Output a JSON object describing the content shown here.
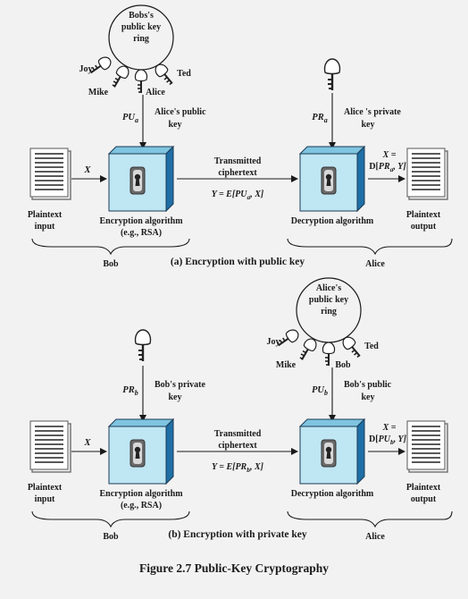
{
  "colors": {
    "background": "#f3f2f2",
    "box_front": "#bfe6f3",
    "box_side": "#1f6fa6",
    "box_top": "#7fc4e0",
    "ink": "#1a1a1a"
  },
  "panel_a": {
    "ring_title": [
      "Bobs's",
      "public key",
      "ring"
    ],
    "key_owners": {
      "left": "Joy",
      "mid_left": "Mike",
      "mid": "Alice",
      "right": "Ted"
    },
    "enc_key_symbol": "PU",
    "enc_key_sub": "a",
    "enc_key_label": [
      "Alice's public",
      "key"
    ],
    "dec_key_symbol": "PR",
    "dec_key_sub": "a",
    "dec_key_label": [
      "Alice 's private",
      "key"
    ],
    "input_var": "X",
    "transmitted": [
      "Transmitted",
      "ciphertext"
    ],
    "formula_pre": "Y = E[",
    "formula_sym": "PU",
    "formula_sub": "a",
    "formula_post": ", X]",
    "output_var_line1": "X =",
    "output_var_pre": "D[",
    "output_var_sym": "PR",
    "output_var_sub": "a",
    "output_var_post": ", Y]",
    "plaintext_input": [
      "Plaintext",
      "input"
    ],
    "plaintext_output": [
      "Plaintext",
      "output"
    ],
    "enc_alg": [
      "Encryption algorithm",
      "(e.g., RSA)"
    ],
    "dec_alg": "Decryption algorithm",
    "left_party": "Bob",
    "right_party": "Alice",
    "caption": "(a) Encryption with public key"
  },
  "panel_b": {
    "ring_title": [
      "Alice's",
      "public key",
      "ring"
    ],
    "key_owners": {
      "left": "Joy",
      "mid_left": "Mike",
      "mid": "Bob",
      "right": "Ted"
    },
    "enc_key_symbol": "PR",
    "enc_key_sub": "b",
    "enc_key_label": [
      "Bob's private",
      "key"
    ],
    "dec_key_symbol": "PU",
    "dec_key_sub": "b",
    "dec_key_label": [
      "Bob's public",
      "key"
    ],
    "input_var": "X",
    "transmitted": [
      "Transmitted",
      "ciphertext"
    ],
    "formula_pre": "Y = E[",
    "formula_sym": "PR",
    "formula_sub": "b",
    "formula_post": ", X]",
    "output_var_line1": "X =",
    "output_var_pre": "D[",
    "output_var_sym": "PU",
    "output_var_sub": "b",
    "output_var_post": ", Y]",
    "plaintext_input": [
      "Plaintext",
      "input"
    ],
    "plaintext_output": [
      "Plaintext",
      "output"
    ],
    "enc_alg": [
      "Encryption algorithm",
      "(e.g., RSA)"
    ],
    "dec_alg": "Decryption algorithm",
    "left_party": "Bob",
    "right_party": "Alice",
    "caption": "(b) Encryption with private key"
  },
  "figure_caption": "Figure 2.7  Public-Key Cryptography"
}
